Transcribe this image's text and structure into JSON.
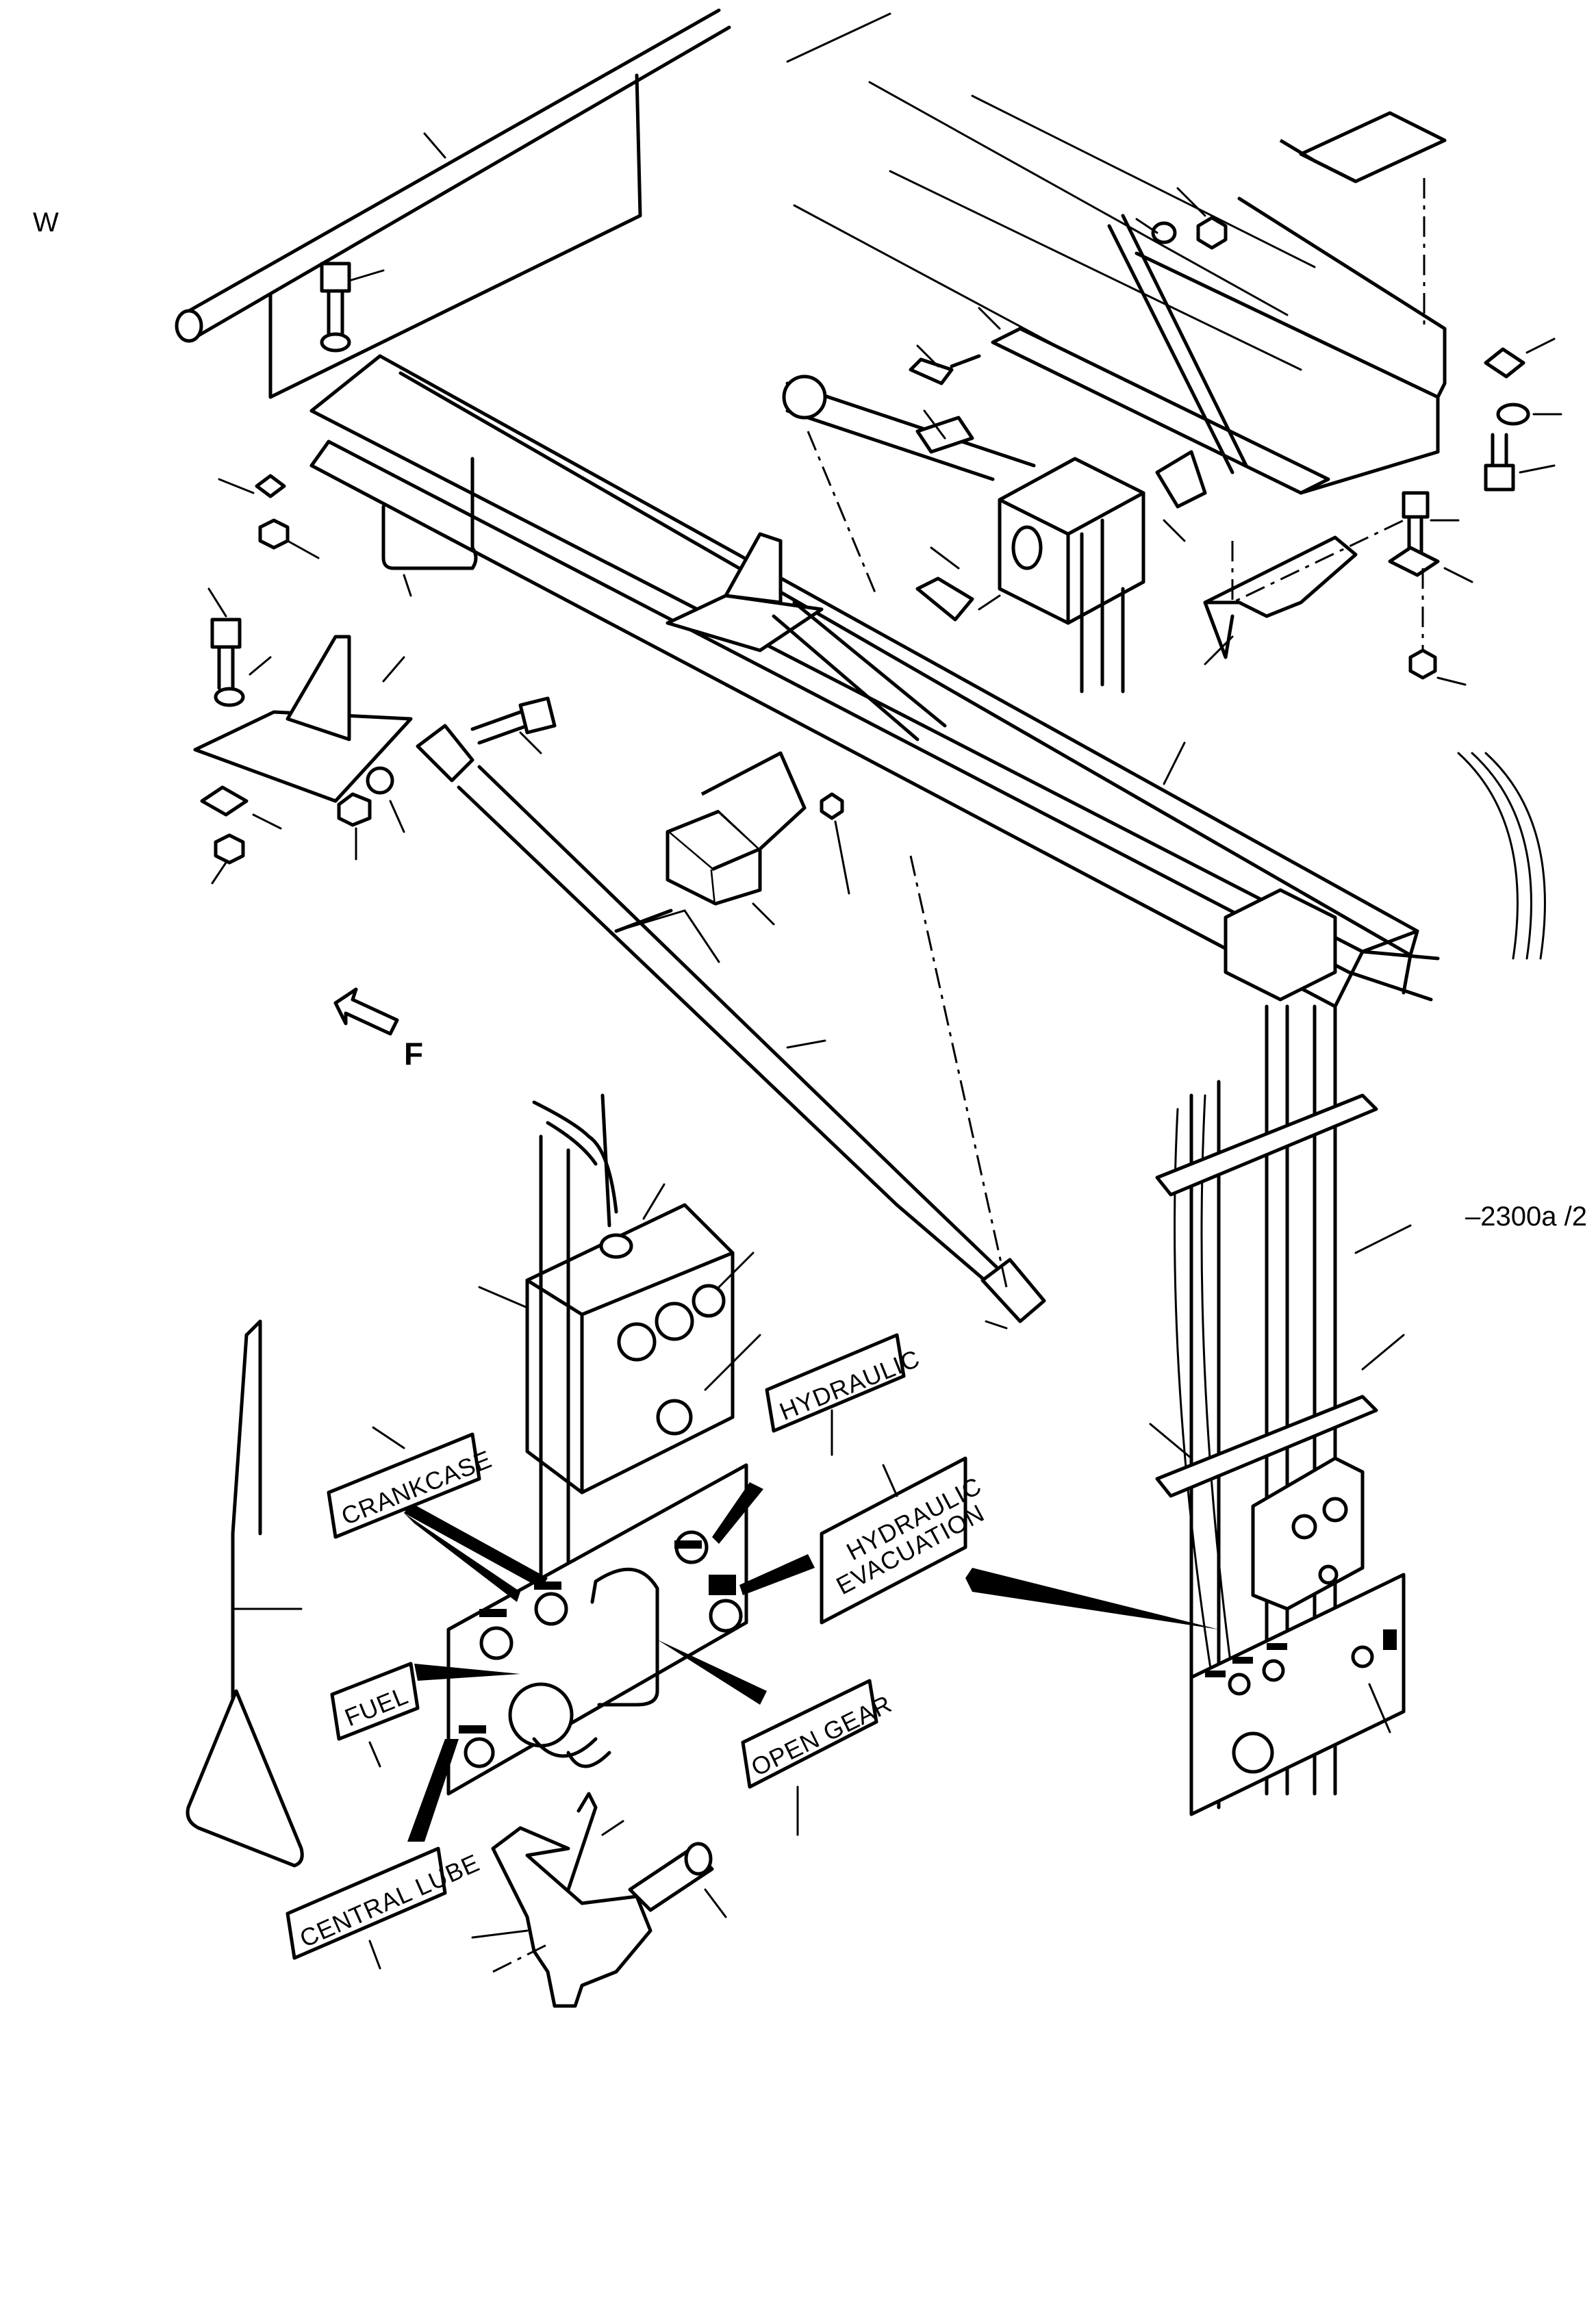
{
  "corner_mark": "W",
  "figure_ref": "–2300a /2",
  "direction_marker": "F",
  "labels": {
    "crankcase": "CRANKCASE",
    "hydraulic": "HYDRAULIC",
    "hydraulic_evac_line1": "HYDRAULIC",
    "hydraulic_evac_line2": "EVACUATION",
    "fuel": "FUEL",
    "open_gear": "OPEN GEAR",
    "central_lube": "CENTRAL LUBE"
  }
}
